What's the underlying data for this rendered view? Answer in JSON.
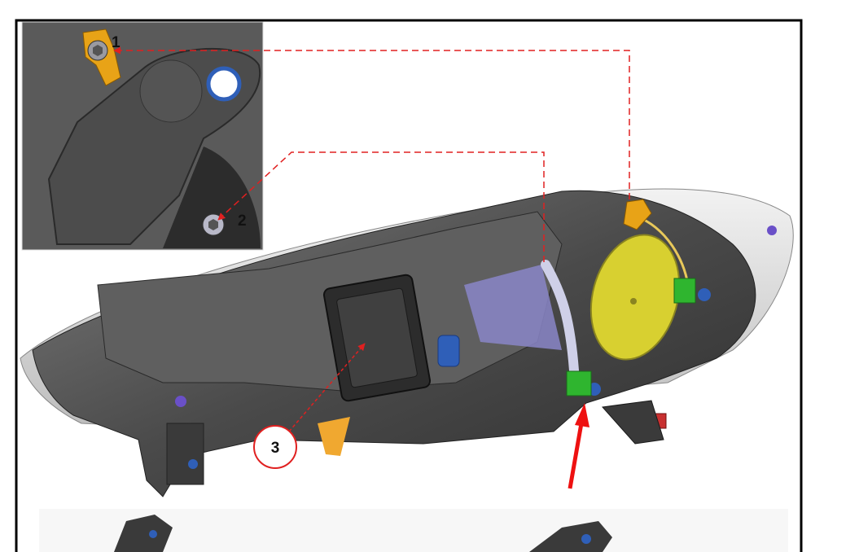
{
  "figure": {
    "callouts": [
      {
        "label": "1"
      },
      {
        "label": "2"
      },
      {
        "label": "3"
      }
    ],
    "colors": {
      "leader_line": "#e02020",
      "arrow": "#ee1111",
      "housing": "#555555",
      "bracket_orange": "#e8a317",
      "connector_blue": "#2f5fb8",
      "clip_green": "#2fb52f",
      "cap_yellow": "#d8d030",
      "panel_purple": "#8a86c8"
    }
  }
}
